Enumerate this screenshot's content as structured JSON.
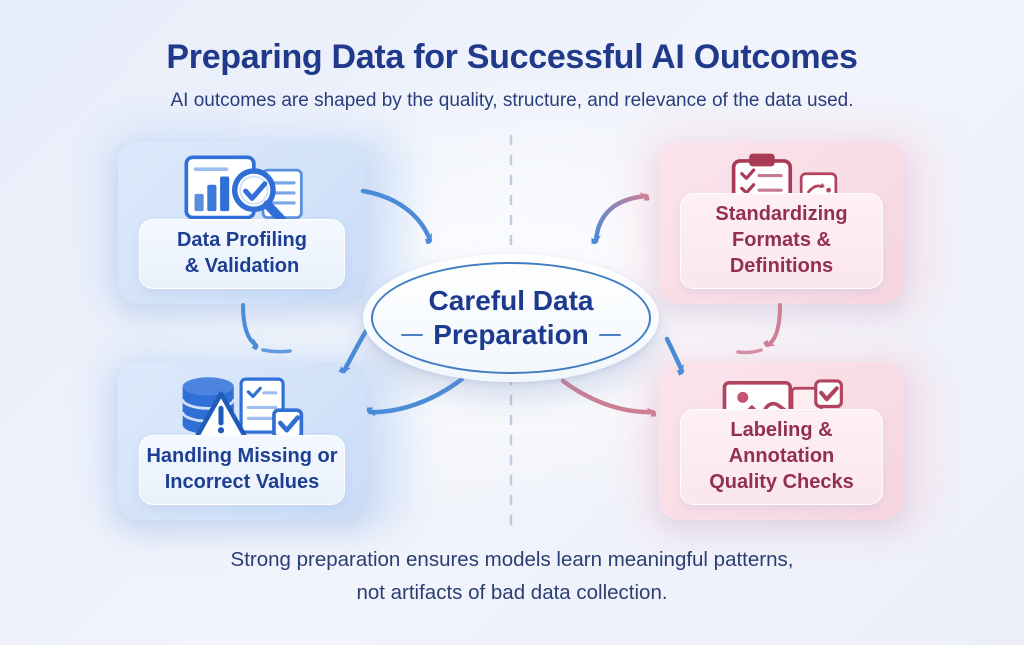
{
  "header": {
    "title": "Preparing Data for Successful AI Outcomes",
    "subtitle": "AI outcomes are shaped by the quality, structure, and relevance of the data used."
  },
  "center": {
    "line1": "Careful Data",
    "line2": "Preparation"
  },
  "nodes": [
    {
      "id": "data-profiling",
      "theme": "blue",
      "icon": "bar-chart-magnifier-check-icon",
      "label_line1": "Data Profiling",
      "label_line2": "& Validation"
    },
    {
      "id": "standardizing",
      "theme": "pink",
      "icon": "clipboard-checklist-gear-icon",
      "label_line1": "Standardizing",
      "label_line2": "Formats & Definitions"
    },
    {
      "id": "handling-missing",
      "theme": "blue",
      "icon": "database-warning-checklist-icon",
      "label_line1": "Handling Missing or",
      "label_line2": "Incorrect Values"
    },
    {
      "id": "labeling",
      "theme": "pink",
      "icon": "image-tag-checkbox-icon",
      "label_line1": "Labeling & Annotation",
      "label_line2": "Quality Checks"
    }
  ],
  "footer": {
    "line1": "Strong preparation ensures models learn meaningful patterns,",
    "line2": "not artifacts of bad data collection."
  },
  "colors": {
    "title_navy": "#21398b",
    "label_blue": "#1d3f93",
    "label_maroon": "#93304f",
    "accent_blue": "#4a8cd8",
    "accent_pink": "#cf7f93",
    "icon_blue": "#2f6fd6",
    "icon_maroon": "#b2445f",
    "oval_ring": "#3f7ec0",
    "divider_gray": "#b7c5d8"
  }
}
